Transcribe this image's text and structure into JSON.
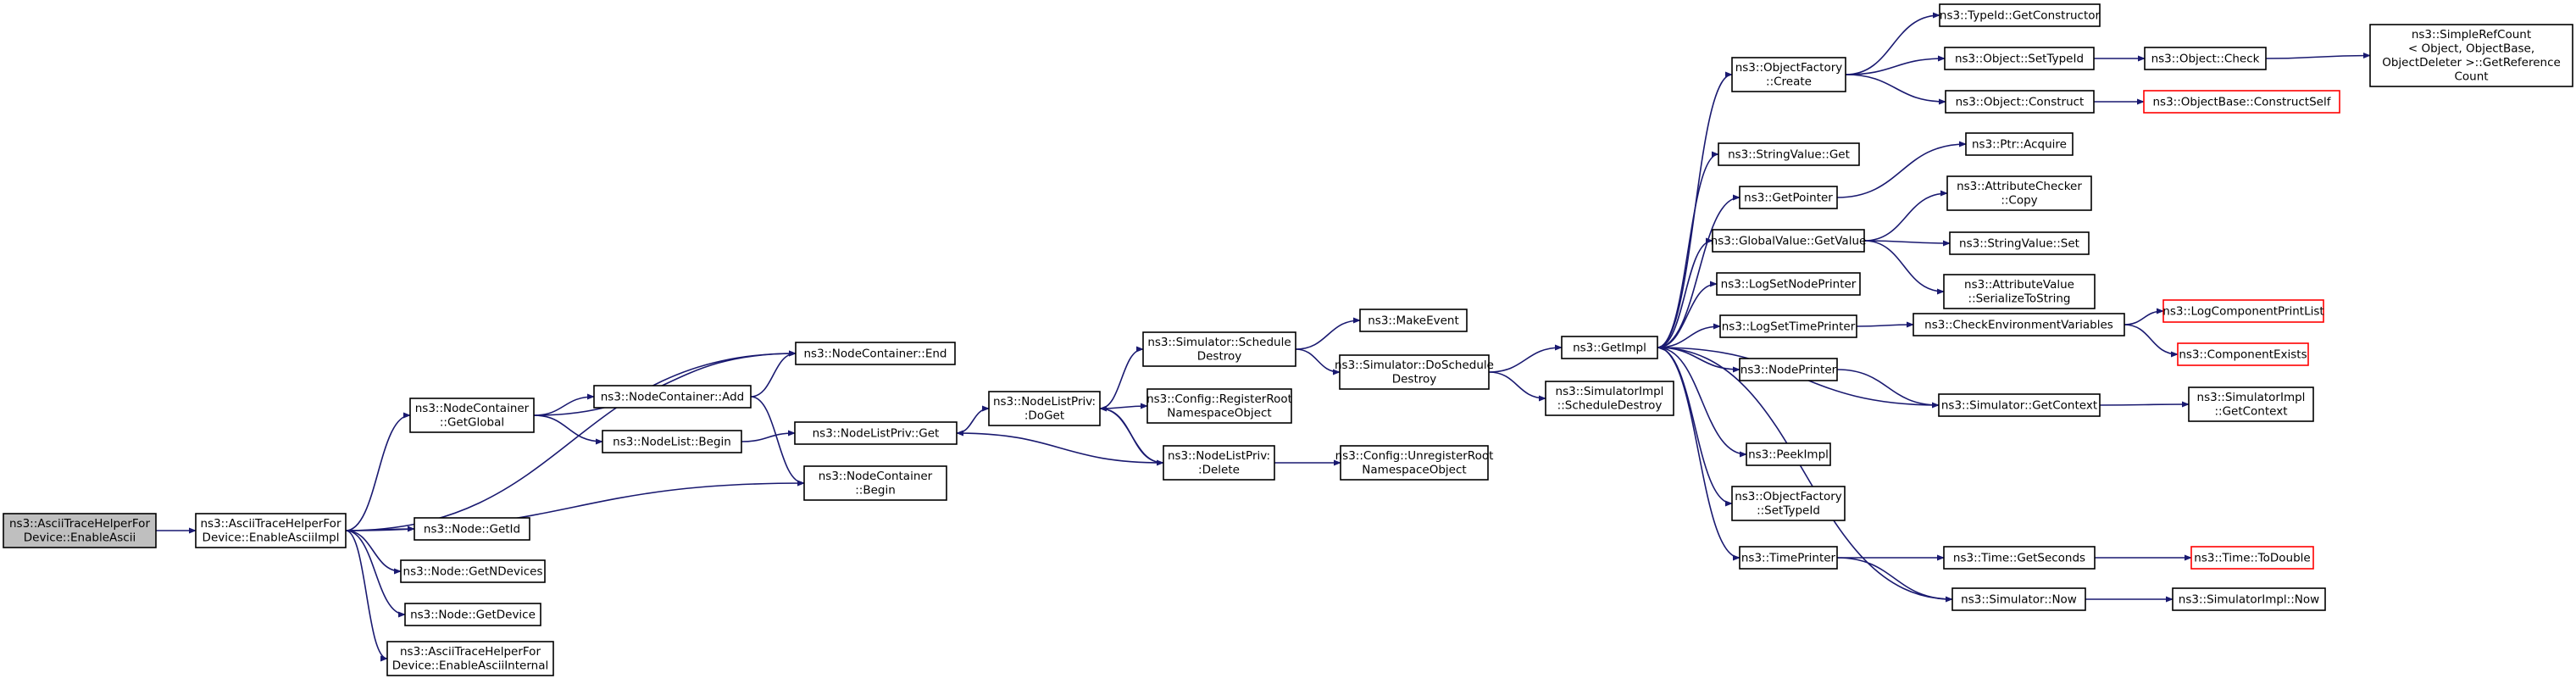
{
  "colors": {
    "edge": "#191970",
    "border_default": "#000000",
    "border_truncated": "#ff0000",
    "fill_default": "#ffffff",
    "fill_root": "#bfbfbf"
  },
  "nodes": [
    {
      "id": "n0",
      "lines": [
        "ns3::AsciiTraceHelperFor",
        "Device::EnableAscii"
      ],
      "style": "root"
    },
    {
      "id": "n1",
      "lines": [
        "ns3::AsciiTraceHelperFor",
        "Device::EnableAsciiImpl"
      ],
      "style": "default"
    },
    {
      "id": "n2",
      "lines": [
        "ns3::NodeContainer",
        "::GetGlobal"
      ],
      "style": "default"
    },
    {
      "id": "n3",
      "lines": [
        "ns3::Node::GetId"
      ],
      "style": "default"
    },
    {
      "id": "n4",
      "lines": [
        "ns3::Node::GetNDevices"
      ],
      "style": "default"
    },
    {
      "id": "n5",
      "lines": [
        "ns3::Node::GetDevice"
      ],
      "style": "default"
    },
    {
      "id": "n6",
      "lines": [
        "ns3::AsciiTraceHelperFor",
        "Device::EnableAsciiInternal"
      ],
      "style": "default"
    },
    {
      "id": "n7",
      "lines": [
        "ns3::NodeContainer::Add"
      ],
      "style": "default"
    },
    {
      "id": "n8",
      "lines": [
        "ns3::NodeList::Begin"
      ],
      "style": "default"
    },
    {
      "id": "n9",
      "lines": [
        "ns3::NodeContainer::End"
      ],
      "style": "default"
    },
    {
      "id": "n10",
      "lines": [
        "ns3::NodeContainer",
        "::Begin"
      ],
      "style": "default"
    },
    {
      "id": "n11",
      "lines": [
        "ns3::NodeListPriv::Get"
      ],
      "style": "default"
    },
    {
      "id": "n12",
      "lines": [
        "ns3::NodeListPriv:",
        ":DoGet"
      ],
      "style": "default"
    },
    {
      "id": "n13",
      "lines": [
        "ns3::Simulator::Schedule",
        "Destroy"
      ],
      "style": "default"
    },
    {
      "id": "n14",
      "lines": [
        "ns3::Config::RegisterRoot",
        "NamespaceObject"
      ],
      "style": "default"
    },
    {
      "id": "n15",
      "lines": [
        "ns3::NodeListPriv:",
        ":Delete"
      ],
      "style": "default"
    },
    {
      "id": "n16",
      "lines": [
        "ns3::MakeEvent"
      ],
      "style": "default"
    },
    {
      "id": "n17",
      "lines": [
        "ns3::Simulator::DoSchedule",
        "Destroy"
      ],
      "style": "default"
    },
    {
      "id": "n18",
      "lines": [
        "ns3::Config::UnregisterRoot",
        "NamespaceObject"
      ],
      "style": "default"
    },
    {
      "id": "n19",
      "lines": [
        "ns3::GetImpl"
      ],
      "style": "default"
    },
    {
      "id": "n20",
      "lines": [
        "ns3::SimulatorImpl",
        "::ScheduleDestroy"
      ],
      "style": "default"
    },
    {
      "id": "n21",
      "lines": [
        "ns3::ObjectFactory",
        "::Create"
      ],
      "style": "default"
    },
    {
      "id": "n22",
      "lines": [
        "ns3::StringValue::Get"
      ],
      "style": "default"
    },
    {
      "id": "n23",
      "lines": [
        "ns3::GetPointer"
      ],
      "style": "default"
    },
    {
      "id": "n24",
      "lines": [
        "ns3::GlobalValue::GetValue"
      ],
      "style": "default"
    },
    {
      "id": "n25",
      "lines": [
        "ns3::LogSetNodePrinter"
      ],
      "style": "default"
    },
    {
      "id": "n26",
      "lines": [
        "ns3::LogSetTimePrinter"
      ],
      "style": "default"
    },
    {
      "id": "n27",
      "lines": [
        "ns3::NodePrinter"
      ],
      "style": "default"
    },
    {
      "id": "n28",
      "lines": [
        "ns3::PeekImpl"
      ],
      "style": "default"
    },
    {
      "id": "n29",
      "lines": [
        "ns3::ObjectFactory",
        "::SetTypeId"
      ],
      "style": "default"
    },
    {
      "id": "n30",
      "lines": [
        "ns3::TimePrinter"
      ],
      "style": "default"
    },
    {
      "id": "n31",
      "lines": [
        "ns3::TypeId::GetConstructor"
      ],
      "style": "default"
    },
    {
      "id": "n32",
      "lines": [
        "ns3::Object::SetTypeId"
      ],
      "style": "default"
    },
    {
      "id": "n33",
      "lines": [
        "ns3::Object::Construct"
      ],
      "style": "default"
    },
    {
      "id": "n34",
      "lines": [
        "ns3::Ptr::Acquire"
      ],
      "style": "default"
    },
    {
      "id": "n35",
      "lines": [
        "ns3::AttributeChecker",
        "::Copy"
      ],
      "style": "default"
    },
    {
      "id": "n36",
      "lines": [
        "ns3::StringValue::Set"
      ],
      "style": "default"
    },
    {
      "id": "n37",
      "lines": [
        "ns3::AttributeValue",
        "::SerializeToString"
      ],
      "style": "default"
    },
    {
      "id": "n38",
      "lines": [
        "ns3::CheckEnvironmentVariables"
      ],
      "style": "default"
    },
    {
      "id": "n39",
      "lines": [
        "ns3::Simulator::GetContext"
      ],
      "style": "default"
    },
    {
      "id": "n40",
      "lines": [
        "ns3::Time::GetSeconds"
      ],
      "style": "default"
    },
    {
      "id": "n41",
      "lines": [
        "ns3::Simulator::Now"
      ],
      "style": "default"
    },
    {
      "id": "n42",
      "lines": [
        "ns3::Object::Check"
      ],
      "style": "default"
    },
    {
      "id": "n43",
      "lines": [
        "ns3::ObjectBase::ConstructSelf"
      ],
      "style": "truncated"
    },
    {
      "id": "n44",
      "lines": [
        "ns3::LogComponentPrintList"
      ],
      "style": "truncated"
    },
    {
      "id": "n45",
      "lines": [
        "ns3::ComponentExists"
      ],
      "style": "truncated"
    },
    {
      "id": "n46",
      "lines": [
        "ns3::SimulatorImpl",
        "::GetContext"
      ],
      "style": "default"
    },
    {
      "id": "n47",
      "lines": [
        "ns3::Time::ToDouble"
      ],
      "style": "truncated"
    },
    {
      "id": "n48",
      "lines": [
        "ns3::SimulatorImpl::Now"
      ],
      "style": "default"
    },
    {
      "id": "n49",
      "lines": [
        "ns3::SimpleRefCount",
        "< Object, ObjectBase,",
        " ObjectDeleter >::GetReference",
        "Count"
      ],
      "style": "default"
    }
  ],
  "edges": [
    [
      "n0",
      "n1"
    ],
    [
      "n1",
      "n2"
    ],
    [
      "n1",
      "n3"
    ],
    [
      "n1",
      "n4"
    ],
    [
      "n1",
      "n5"
    ],
    [
      "n1",
      "n6"
    ],
    [
      "n1",
      "n9"
    ],
    [
      "n1",
      "n10"
    ],
    [
      "n2",
      "n7"
    ],
    [
      "n2",
      "n8"
    ],
    [
      "n2",
      "n9"
    ],
    [
      "n7",
      "n9"
    ],
    [
      "n7",
      "n10"
    ],
    [
      "n8",
      "n11"
    ],
    [
      "n11",
      "n12"
    ],
    [
      "n12",
      "n13"
    ],
    [
      "n12",
      "n14"
    ],
    [
      "n12",
      "n15"
    ],
    [
      "n15",
      "n11"
    ],
    [
      "n15",
      "n12"
    ],
    [
      "n15",
      "n18"
    ],
    [
      "n13",
      "n16"
    ],
    [
      "n13",
      "n17"
    ],
    [
      "n17",
      "n19"
    ],
    [
      "n17",
      "n20"
    ],
    [
      "n19",
      "n21"
    ],
    [
      "n19",
      "n22"
    ],
    [
      "n19",
      "n23"
    ],
    [
      "n19",
      "n24"
    ],
    [
      "n19",
      "n25"
    ],
    [
      "n19",
      "n26"
    ],
    [
      "n19",
      "n27"
    ],
    [
      "n19",
      "n28"
    ],
    [
      "n19",
      "n29"
    ],
    [
      "n19",
      "n30"
    ],
    [
      "n21",
      "n31"
    ],
    [
      "n21",
      "n32"
    ],
    [
      "n21",
      "n33"
    ],
    [
      "n32",
      "n42"
    ],
    [
      "n33",
      "n43"
    ],
    [
      "n42",
      "n49"
    ],
    [
      "n23",
      "n34"
    ],
    [
      "n24",
      "n35"
    ],
    [
      "n24",
      "n36"
    ],
    [
      "n24",
      "n37"
    ],
    [
      "n26",
      "n38"
    ],
    [
      "n38",
      "n44"
    ],
    [
      "n38",
      "n45"
    ],
    [
      "n27",
      "n39"
    ],
    [
      "n39",
      "n19"
    ],
    [
      "n39",
      "n46"
    ],
    [
      "n30",
      "n40"
    ],
    [
      "n30",
      "n41"
    ],
    [
      "n40",
      "n47"
    ],
    [
      "n41",
      "n19"
    ],
    [
      "n41",
      "n48"
    ]
  ]
}
